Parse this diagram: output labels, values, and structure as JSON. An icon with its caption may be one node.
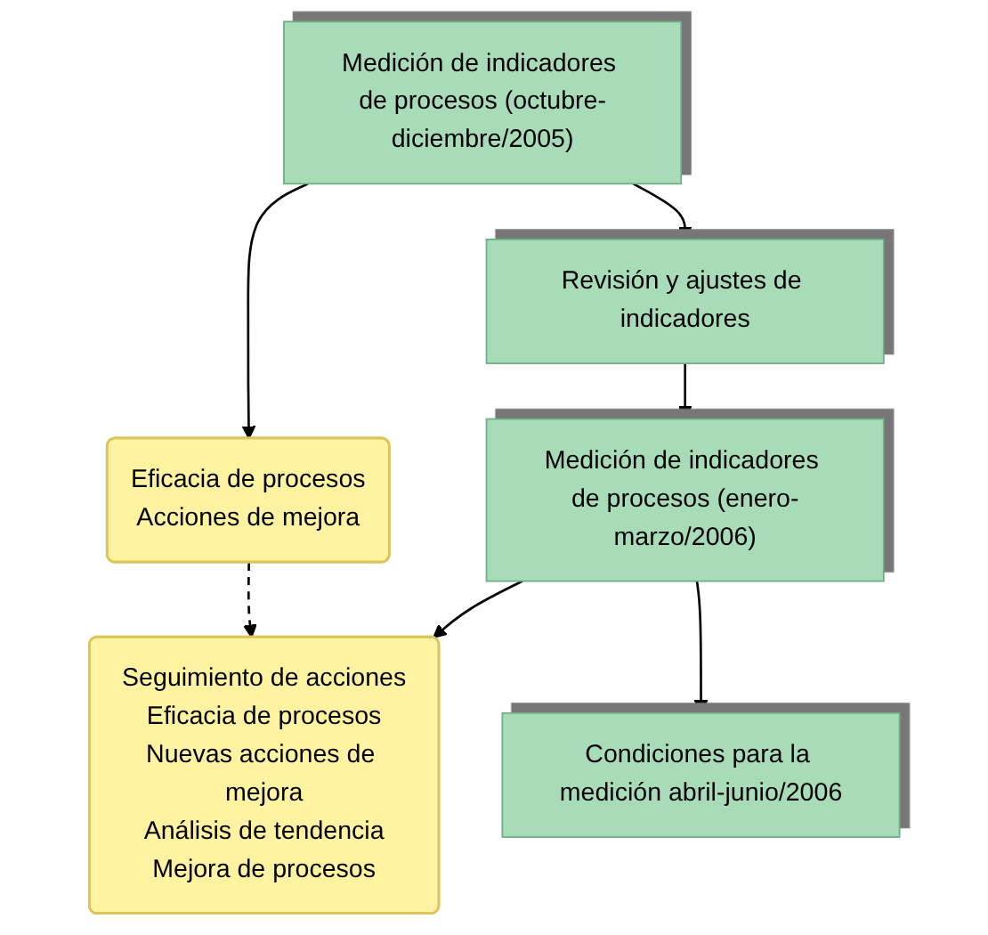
{
  "diagram": {
    "nodes": [
      {
        "text": [
          "Medición de indicadores de procesos (octubre-diciembre/2005)"
        ]
      },
      {
        "text": [
          "Eficacia de procesos",
          "Acciones de mejora"
        ]
      },
      {
        "text": [
          "Revisión y ajustes de indicadores"
        ]
      },
      {
        "text": [
          "Medición de indicadores de procesos (enero-marzo/2006)"
        ]
      },
      {
        "text": [
          "Seguimiento de acciones",
          "Eficacia de procesos",
          "Nuevas acciones de mejora",
          "Análisis de tendencia",
          "Mejora de procesos"
        ]
      },
      {
        "text": [
          "Condiciones para la medición abril-junio/2006"
        ]
      }
    ],
    "edges": [
      {
        "from": 0,
        "to": 1,
        "arrow": "to"
      },
      {
        "from": 0,
        "to": 2,
        "arrow": "to"
      },
      {
        "from": 1,
        "to": 4,
        "arrow": "to",
        "style": "dashed"
      },
      {
        "from": 2,
        "to": 3,
        "arrow": "to"
      },
      {
        "from": 3,
        "to": 4,
        "arrow": "to"
      },
      {
        "from": 3,
        "to": 5,
        "arrow": "to"
      }
    ]
  }
}
